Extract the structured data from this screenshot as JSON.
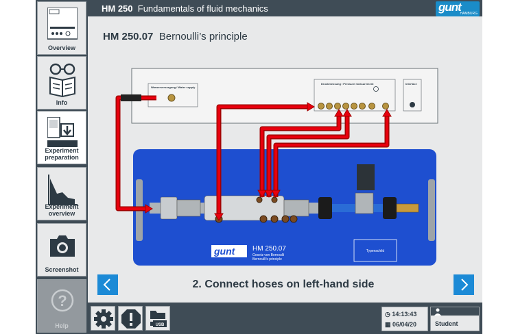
{
  "header": {
    "product": "HM 250",
    "title": "Fundamentals of fluid mechanics",
    "logo": "gunt",
    "logo_sub": "HAMBURG"
  },
  "sidebar": {
    "items": [
      {
        "label": "Overview",
        "icon": "device-icon"
      },
      {
        "label": "Info",
        "icon": "glasses-book-icon"
      },
      {
        "label": "Experiment preparation",
        "icon": "experiment-preparation-icon"
      },
      {
        "label": "Experiment overview",
        "icon": "chart-icon"
      },
      {
        "label": "Screenshot",
        "icon": "camera-icon"
      },
      {
        "label": "Help",
        "icon": "help-icon"
      }
    ]
  },
  "page": {
    "code": "HM 250.07",
    "name": "Bernoulli’s principle",
    "step": "2. Connect hoses on left-hand side"
  },
  "diagram": {
    "water_supply": "Wasserversorgung / Water supply",
    "pressure": "Druckmessung / Pressure measurement",
    "interface": "Interface",
    "plate_code": "HM 250.07",
    "plate_line1": "Gesetz von Bernoulli",
    "plate_line2": "Bernoulli's principle",
    "typeplate": "Typenschild",
    "colors": {
      "hose": "#e8000e",
      "plate": "#1e4fd0",
      "panel": "#f2f2f2"
    }
  },
  "status": {
    "time": "14:13:43",
    "date": "06/04/20",
    "user": "Student",
    "usb": "USB"
  }
}
